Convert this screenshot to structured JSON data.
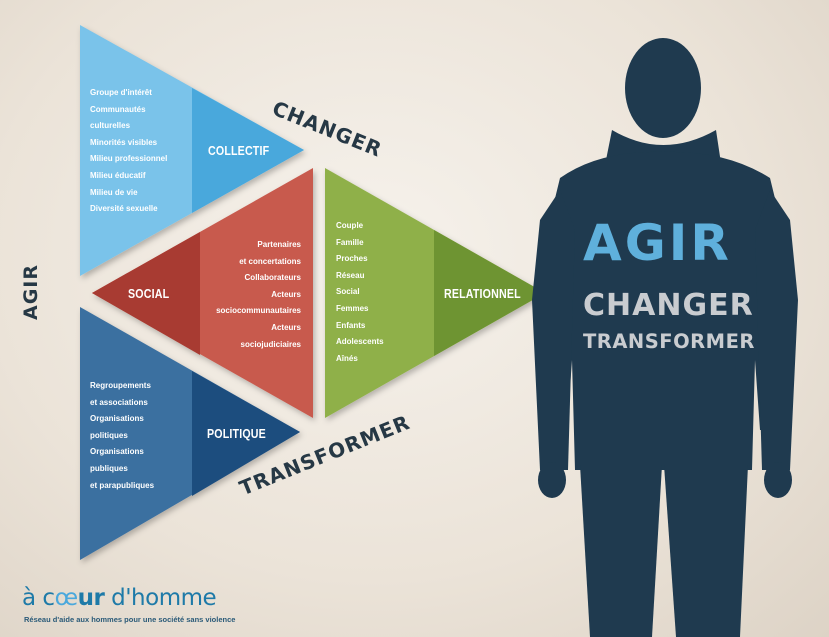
{
  "verbs": {
    "agir": "AGIR",
    "changer": "CHANGER",
    "transformer": "TRANSFORMER"
  },
  "collectif": {
    "label": "COLLECTIF",
    "items": [
      "Groupe d'intérêt",
      "Communautés",
      "culturelles",
      "Minorités visibles",
      "Milieu professionnel",
      "Milieu éducatif",
      "Milieu de vie",
      "Diversité sexuelle"
    ]
  },
  "social": {
    "label": "SOCIAL",
    "items": [
      "Partenaires",
      "et concertations",
      "Collaborateurs",
      "Acteurs",
      "sociocommunautaires",
      "Acteurs",
      "sociojudiciaires"
    ]
  },
  "relationnel": {
    "label": "RELATIONNEL",
    "items": [
      "Couple",
      "Famille",
      "Proches",
      "Réseau",
      "Social",
      "Femmes",
      "Enfants",
      "Adolescents",
      "Aînés"
    ]
  },
  "politique": {
    "label": "POLITIQUE",
    "items": [
      "Regroupements",
      "et associations",
      "Organisations",
      "politiques",
      "Organisations",
      "publiques",
      "et parapubliques"
    ]
  },
  "shirt": {
    "line1": "AGIR",
    "line2": "CHANGER",
    "line3": "TRANSFORMER"
  },
  "logo": {
    "text_a": "à c",
    "text_heart": "œ",
    "text_ur": "ur",
    "text_rest": " d'homme",
    "tagline": "Réseau d'aide aux hommes pour une société sans violence"
  },
  "colors": {
    "collectif_light": "#7ac3ea",
    "collectif_dark": "#4aa8dc",
    "social_light": "#c85a4e",
    "social_dark": "#a83a30",
    "relationnel_light": "#8fb04a",
    "relationnel_dark": "#6e9432",
    "politique_light": "#3a6fa0",
    "politique_dark": "#1f4e7e",
    "silhouette": "#1f3a4f",
    "shirt_text": "#5fb0dc"
  }
}
